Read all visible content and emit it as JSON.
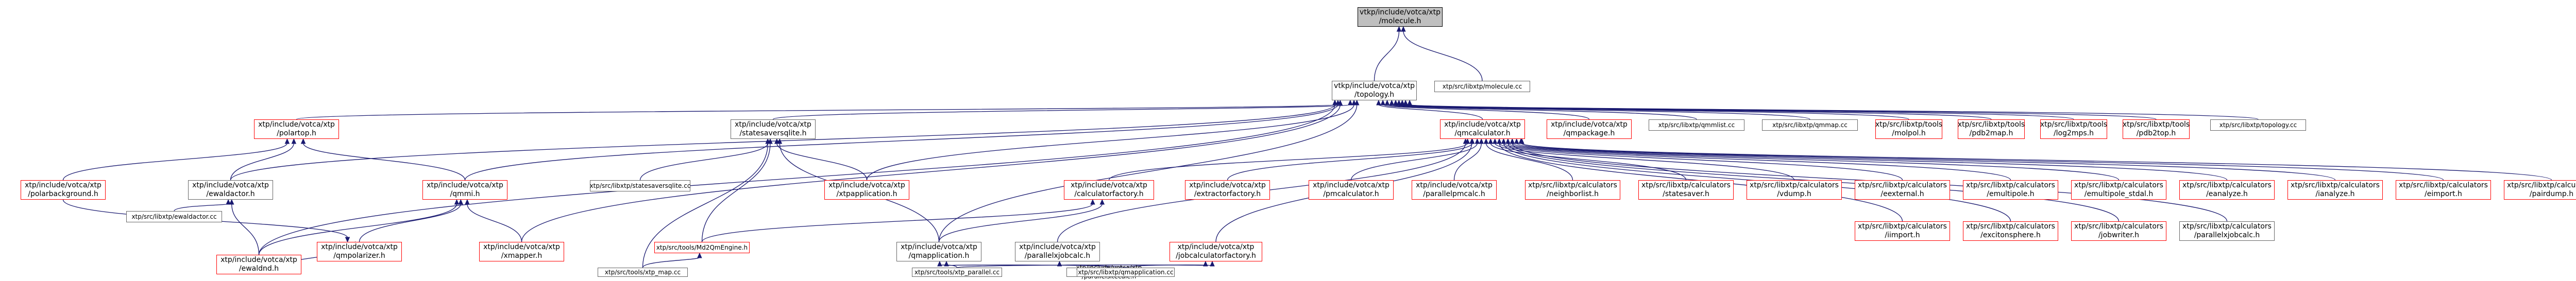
{
  "graph": {
    "colors": {
      "edge": "#191970",
      "node_border": "#666666",
      "missing_border": "#ff0000",
      "root_fill": "#bfbfbf",
      "root_border": "#000000"
    },
    "nodes": [
      {
        "id": "molecule_h",
        "lines": [
          "vtkp/include/votca/xtp",
          "/molecule.h"
        ],
        "type": "root"
      },
      {
        "id": "topology_h",
        "lines": [
          "vtkp/include/votca/xtp",
          "/topology.h"
        ],
        "type": "normal"
      },
      {
        "id": "molecule_cc",
        "lines": [
          "xtp/src/libxtp/molecule.cc"
        ],
        "type": "normal"
      },
      {
        "id": "polartop_h",
        "lines": [
          "xtp/include/votca/xtp",
          "/polartop.h"
        ],
        "type": "missing"
      },
      {
        "id": "statesaversqlite_h",
        "lines": [
          "xtp/include/votca/xtp",
          "/statesaversqlite.h"
        ],
        "type": "normal"
      },
      {
        "id": "qmcalculator_h",
        "lines": [
          "xtp/include/votca/xtp",
          "/qmcalculator.h"
        ],
        "type": "missing"
      },
      {
        "id": "qmpackage_h",
        "lines": [
          "xtp/include/votca/xtp",
          "/qmpackage.h"
        ],
        "type": "missing"
      },
      {
        "id": "qmmlist_cc",
        "lines": [
          "xtp/src/libxtp/qmmlist.cc"
        ],
        "type": "normal"
      },
      {
        "id": "qmmap_cc",
        "lines": [
          "xtp/src/libxtp/qmmap.cc"
        ],
        "type": "normal"
      },
      {
        "id": "molpol_h",
        "lines": [
          "xtp/src/libxtp/tools",
          "/molpol.h"
        ],
        "type": "missing"
      },
      {
        "id": "pdb2map_h",
        "lines": [
          "xtp/src/libxtp/tools",
          "/pdb2map.h"
        ],
        "type": "missing"
      },
      {
        "id": "log2mps_h",
        "lines": [
          "xtp/src/libxtp/tools",
          "/log2mps.h"
        ],
        "type": "missing"
      },
      {
        "id": "pdb2top_h",
        "lines": [
          "xtp/src/libxtp/tools",
          "/pdb2top.h"
        ],
        "type": "missing"
      },
      {
        "id": "topology_cc",
        "lines": [
          "xtp/src/libxtp/topology.cc"
        ],
        "type": "normal"
      },
      {
        "id": "ewaldactor_h",
        "lines": [
          "xtp/include/votca/xtp",
          "/ewaldactor.h"
        ],
        "type": "normal"
      },
      {
        "id": "qmmi_h",
        "lines": [
          "xtp/include/votca/xtp",
          "/qmmi.h"
        ],
        "type": "missing"
      },
      {
        "id": "polarbackground_h",
        "lines": [
          "xtp/include/votca/xtp",
          "/polarbackground.h"
        ],
        "type": "missing"
      },
      {
        "id": "ewaldactor_cc",
        "lines": [
          "xtp/src/libxtp/ewaldactor.cc"
        ],
        "type": "normal"
      },
      {
        "id": "qmpolarizer_h",
        "lines": [
          "xtp/include/votca/xtp",
          "/qmpolarizer.h"
        ],
        "type": "missing"
      },
      {
        "id": "ewaldnd_h",
        "lines": [
          "xtp/include/votca/xtp",
          "/ewaldnd.h"
        ],
        "type": "missing"
      },
      {
        "id": "xmapper_h",
        "lines": [
          "xtp/include/votca/xtp",
          "/xmapper.h"
        ],
        "type": "missing"
      },
      {
        "id": "statesaversqlite_cc",
        "lines": [
          "xtp/src/libxtp/statesaversqlite.cc"
        ],
        "type": "normal"
      },
      {
        "id": "xtpapplication_h",
        "lines": [
          "xtp/include/votca/xtp",
          "/xtpapplication.h"
        ],
        "type": "missing"
      },
      {
        "id": "mdqmengine_h",
        "lines": [
          "xtp/src/tools/Md2QmEngine.h"
        ],
        "type": "missing"
      },
      {
        "id": "xtp_map_cc",
        "lines": [
          "xtp/src/tools/xtp_map.cc"
        ],
        "type": "normal"
      },
      {
        "id": "qmcalculatorfactory_h",
        "lines": [
          "xtp/include/votca/xtp",
          "/calculatorfactory.h"
        ],
        "type": "missing"
      },
      {
        "id": "parallelxjobcalc_h",
        "lines": [
          "xtp/include/votca/xtp",
          "/parallelxjobcalc.h"
        ],
        "type": "normal"
      },
      {
        "id": "extractorfactory_h",
        "lines": [
          "xtp/include/votca/xtp",
          "/extractorfactory.h"
        ],
        "type": "missing"
      },
      {
        "id": "qmapplication_h",
        "lines": [
          "xtp/include/votca/xtp",
          "/qmapplication.h"
        ],
        "type": "normal"
      },
      {
        "id": "parallelsitecalc_h",
        "lines": [
          "xtp/include/votca/xtp",
          "/parallelsitecalc.h"
        ],
        "type": "normal"
      },
      {
        "id": "xtp_parallel_cc",
        "lines": [
          "xtp/src/tools/xtp_parallel.cc"
        ],
        "type": "normal"
      },
      {
        "id": "xtpapplication_cc",
        "lines": [
          "xtp/src/libxtp/qmapplication.cc"
        ],
        "type": "normal"
      },
      {
        "id": "jobcalculatorfactory_h",
        "lines": [
          "xtp/include/votca/xtp",
          "/jobcalculatorfactory.h"
        ],
        "type": "missing"
      },
      {
        "id": "qmcalculator_pmcalc",
        "lines": [
          "xtp/include/votca/xtp",
          "/pmcalculator.h"
        ],
        "type": "missing"
      },
      {
        "id": "pmcalc_paralell",
        "lines": [
          "xtp/include/votca/xtp",
          "/parallelpmcalc.h"
        ],
        "type": "missing"
      },
      {
        "id": "parallelsiteecalc",
        "lines": [
          "xtp/src/libxtp/calculators",
          "/neighborlist.h"
        ],
        "type": "missing"
      },
      {
        "id": "statesaver_h",
        "lines": [
          "xtp/src/libxtp/calculators",
          "/statesaver.h"
        ],
        "type": "missing"
      },
      {
        "id": "vdump_h",
        "lines": [
          "xtp/src/libxtp/calculators",
          "/vdump.h"
        ],
        "type": "missing"
      },
      {
        "id": "eexternal_h",
        "lines": [
          "xtp/src/libxtp/calculators",
          "/eexternal.h"
        ],
        "type": "missing"
      },
      {
        "id": "emultipole_h",
        "lines": [
          "xtp/src/libxtp/calculators",
          "/emultipole.h"
        ],
        "type": "missing"
      },
      {
        "id": "emultipole_stdal_h",
        "lines": [
          "xtp/src/libxtp/calculators",
          "/emultipole_stdal.h"
        ],
        "type": "missing"
      },
      {
        "id": "eanalyze_h",
        "lines": [
          "xtp/src/libxtp/calculators",
          "/eanalyze.h"
        ],
        "type": "missing"
      },
      {
        "id": "ianalyze_h",
        "lines": [
          "xtp/src/libxtp/calculators",
          "/ianalyze.h"
        ],
        "type": "missing"
      },
      {
        "id": "eimport_h",
        "lines": [
          "xtp/src/libxtp/calculators",
          "/eimport.h"
        ],
        "type": "missing"
      },
      {
        "id": "pairdump_h",
        "lines": [
          "xtp/src/libxtp/calculators",
          "/pairdump.h"
        ],
        "type": "missing"
      },
      {
        "id": "iimport_h",
        "lines": [
          "xtp/src/libxtp/calculators",
          "/iimport.h"
        ],
        "type": "missing"
      },
      {
        "id": "jexcitonsphere_h",
        "lines": [
          "xtp/src/libxtp/calculators",
          "/excitonsphere.h"
        ],
        "type": "missing"
      },
      {
        "id": "jobwriter_h",
        "lines": [
          "xtp/src/libxtp/calculators",
          "/jobwriter.h"
        ],
        "type": "missing"
      },
      {
        "id": "parallelxjobcalc_calc",
        "lines": [
          "xtp/src/libxtp/calculators",
          "/parallelxjobcalc.h"
        ],
        "type": "normal"
      }
    ]
  }
}
